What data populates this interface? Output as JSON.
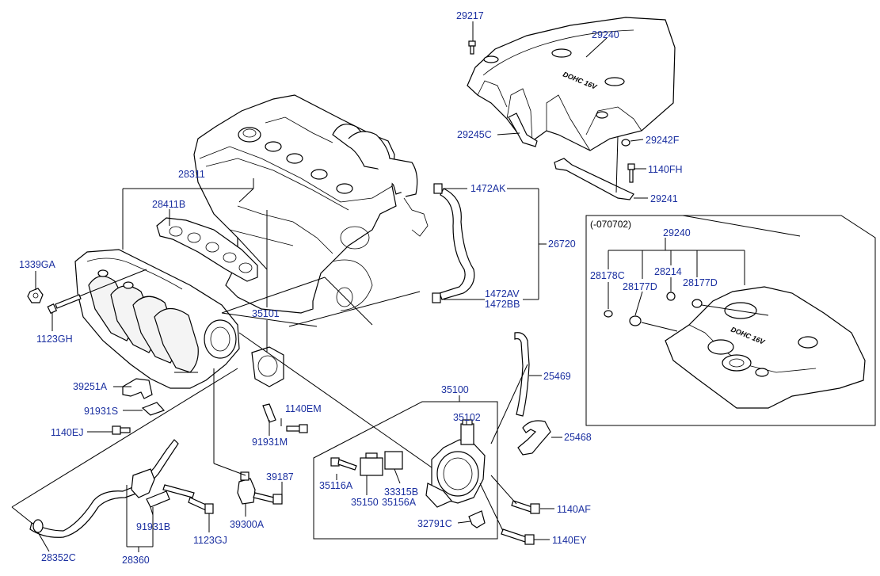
{
  "variant_box": {
    "code": "(-070702)"
  },
  "cover_emblem": {
    "top_text": "DOHC 16V",
    "inset_text": "DOHC 16V"
  },
  "callouts": {
    "p29217": "29217",
    "p29240": "29240",
    "p29245C": "29245C",
    "p29242F": "29242F",
    "p1140FH": "1140FH",
    "p29241": "29241",
    "p28311": "28311",
    "p28411B": "28411B",
    "p1472AK": "1472AK",
    "p26720": "26720",
    "p1472AV": "1472AV",
    "p1472BB": "1472BB",
    "p1339GA": "1339GA",
    "p1123GH": "1123GH",
    "p35101": "35101",
    "p39251A": "39251A",
    "p91931S": "91931S",
    "p1140EJ": "1140EJ",
    "p1140EM": "1140EM",
    "p91931M": "91931M",
    "p25469": "25469",
    "p35100": "35100",
    "p35102": "35102",
    "p25468": "25468",
    "p39187": "39187",
    "p39300A": "39300A",
    "p35116A": "35116A",
    "p33315B": "33315B",
    "p35150": "35150",
    "p35156A": "35156A",
    "p1140AF": "1140AF",
    "p32791C": "32791C",
    "p1140EY": "1140EY",
    "p91931B": "91931B",
    "p1123GJ": "1123GJ",
    "p28352C": "28352C",
    "p28360": "28360",
    "i29240": "29240",
    "i28178C": "28178C",
    "i28214": "28214",
    "i28177D_a": "28177D",
    "i28177D_b": "28177D"
  }
}
